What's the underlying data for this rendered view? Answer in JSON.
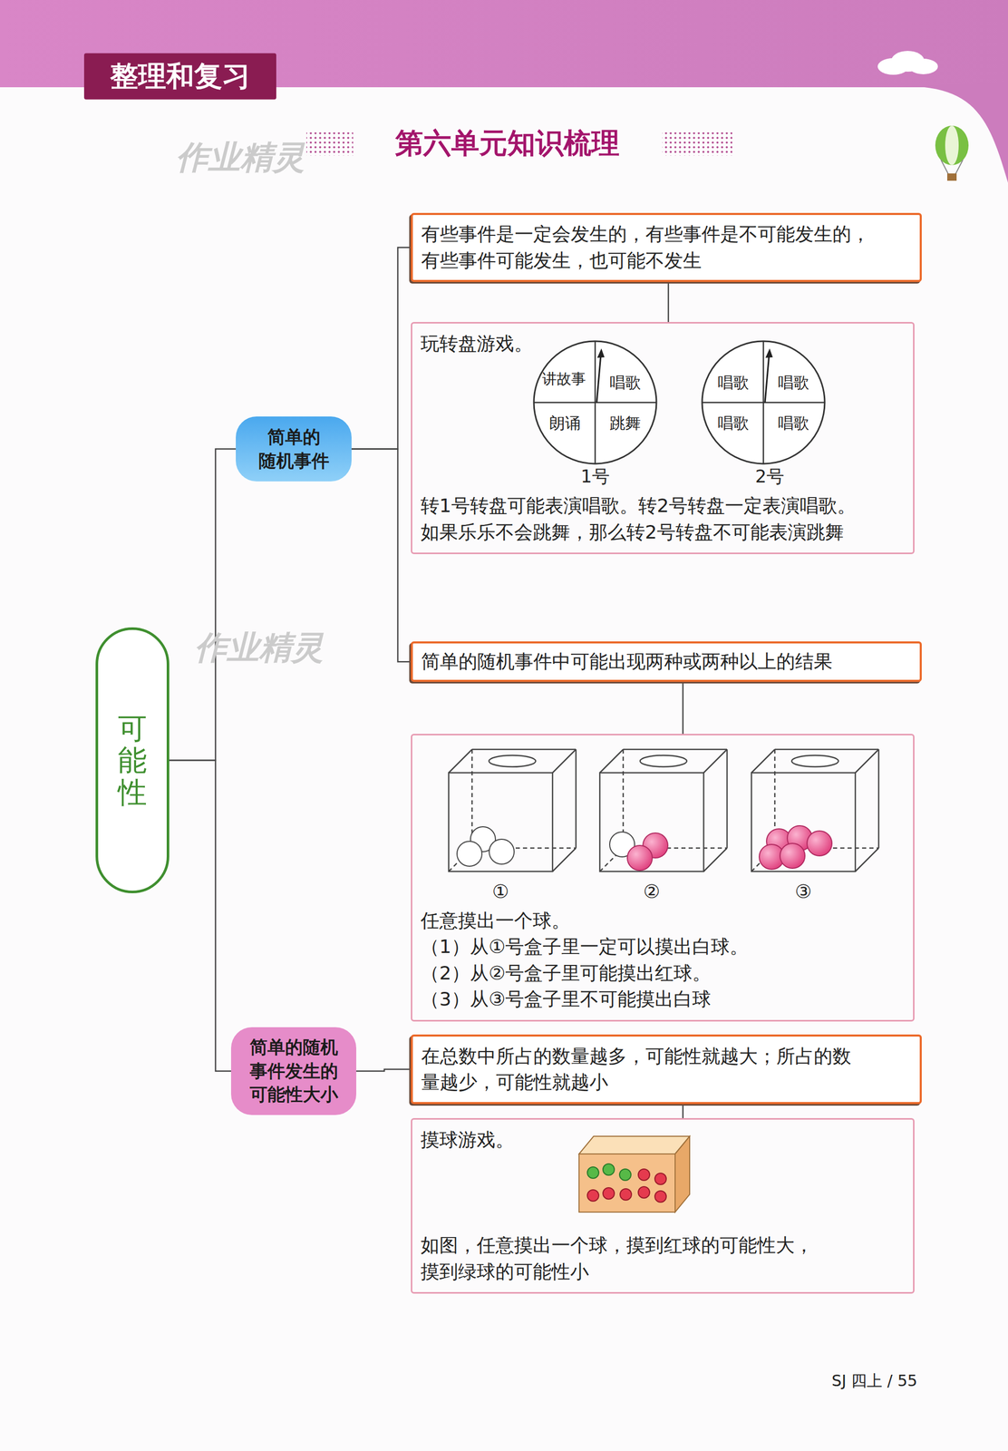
{
  "diagram": {
    "title": "第六单元知识梳理",
    "nodes": [
      {
        "text": [
          "可能性"
        ]
      },
      {
        "text": [
          "简单的 随机事件"
        ]
      },
      {
        "text": [
          "有些事件是一定会发生的，有些事件是不可能发生的， 有些事件可能发生，也可能不发生"
        ]
      },
      {
        "text": [
          "玩转盘游戏。",
          "转1号转盘可能表演唱歌。转2号转盘一定表演唱歌。 如果乐乐不会跳舞，那么转2号转盘不可能表演跳舞"
        ]
      },
      {
        "text": [
          "简单的随机事件中可能出现两种或两种以上的结果"
        ]
      },
      {
        "text": [
          "任意摸出一个球。",
          "（1）从①号盒子里一定可以摸出白球。",
          "（2）从②号盒子里可能摸出红球。",
          "（3）从③号盒子里不可能摸出白球"
        ]
      },
      {
        "text": [
          "简单的随机 事件发生的 可能性大小"
        ]
      },
      {
        "text": [
          "在总数中所占的数量越多，可能性就越大；所占的数 量越少，可能性就越小"
        ]
      },
      {
        "text": [
          "摸球游戏。",
          "如图，任意摸出一个球，摸到红球的可能性大， 摸到绿球的可能性小"
        ]
      }
    ],
    "edges": [
      {
        "from": 0,
        "to": 1,
        "arrow": "none"
      },
      {
        "from": 0,
        "to": 6,
        "arrow": "none"
      },
      {
        "from": 1,
        "to": 2,
        "arrow": "none"
      },
      {
        "from": 1,
        "to": 4,
        "arrow": "none"
      },
      {
        "from": 2,
        "to": 3,
        "arrow": "none"
      },
      {
        "from": 4,
        "to": 5,
        "arrow": "none"
      },
      {
        "from": 6,
        "to": 7,
        "arrow": "none"
      },
      {
        "from": 7,
        "to": 8,
        "arrow": "none"
      }
    ],
    "labels": [
      "整理和复习",
      "作业精灵",
      "作业精灵",
      "讲故事",
      "唱歌",
      "朗诵",
      "跳舞",
      "唱歌",
      "唱歌",
      "唱歌",
      "唱歌",
      "1号",
      "2号",
      "①",
      "②",
      "③",
      "SJ 四上 / 55"
    ]
  }
}
